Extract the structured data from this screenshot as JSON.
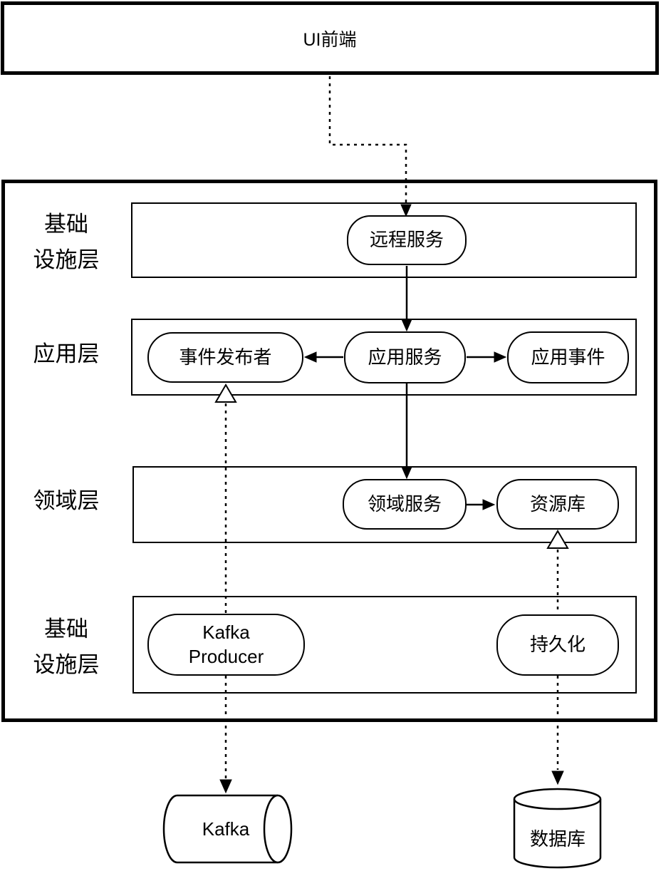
{
  "ui_frontend": {
    "label": "UI前端"
  },
  "layers": {
    "infrastructure_top": {
      "label_line1": "基础",
      "label_line2": "设施层"
    },
    "application": {
      "label": "应用层"
    },
    "domain": {
      "label": "领域层"
    },
    "infrastructure_bottom": {
      "label_line1": "基础",
      "label_line2": "设施层"
    }
  },
  "nodes": {
    "remote_service": "远程服务",
    "event_publisher": "事件发布者",
    "app_service": "应用服务",
    "app_event": "应用事件",
    "domain_service": "领域服务",
    "repository": "资源库",
    "kafka_producer_line1": "Kafka",
    "kafka_producer_line2": "Producer",
    "persistence": "持久化"
  },
  "datastores": {
    "kafka": "Kafka",
    "database": "数据库"
  },
  "colors": {
    "stroke": "#000000",
    "background": "#ffffff"
  }
}
